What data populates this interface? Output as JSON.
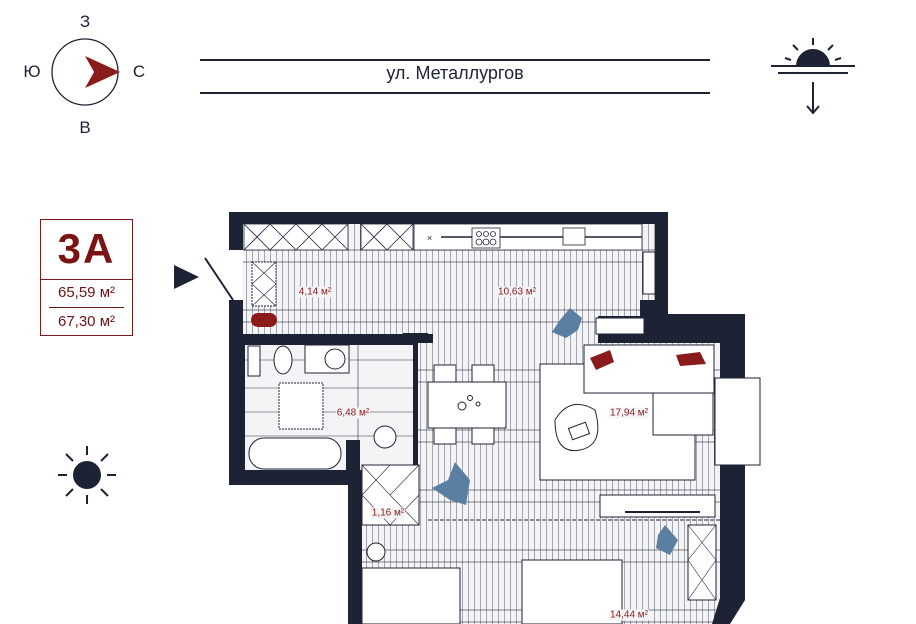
{
  "compass": {
    "north": "С",
    "south": "Ю",
    "west": "З",
    "east": "В"
  },
  "street": {
    "name": "ул. Металлургов"
  },
  "apartment": {
    "code": "3А",
    "living_area": "65,59 м²",
    "total_area": "67,30 м²"
  },
  "rooms": [
    {
      "name": "hallway",
      "area": "4,14 м²"
    },
    {
      "name": "kitchen",
      "area": "10,63 м²"
    },
    {
      "name": "bathroom",
      "area": "6,48 м²"
    },
    {
      "name": "living-room",
      "area": "17,94 м²"
    },
    {
      "name": "storage",
      "area": "1,16 м²"
    },
    {
      "name": "bedroom",
      "area": "14,44 м²"
    }
  ],
  "colors": {
    "wall": "#1e2235",
    "accent": "#8b1a1a",
    "plant": "#5a7fa3",
    "floor": "#f4f4f6"
  }
}
